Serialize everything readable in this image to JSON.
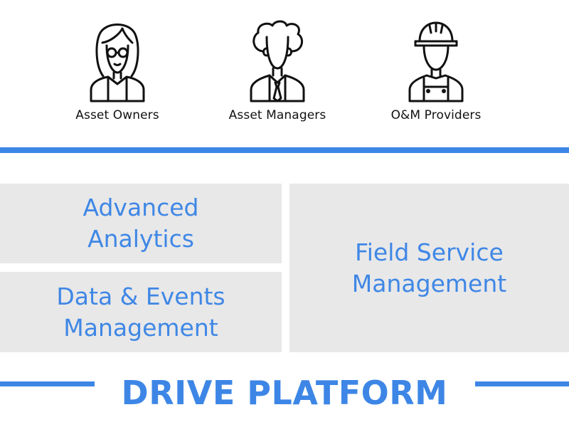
{
  "personas": [
    {
      "label": "Asset Owners",
      "icon": "woman-with-glasses-icon"
    },
    {
      "label": "Asset Managers",
      "icon": "man-with-tie-icon"
    },
    {
      "label": "O&M Providers",
      "icon": "worker-with-hard-hat-icon"
    }
  ],
  "modules": {
    "advanced_analytics": "Advanced\nAnalytics",
    "data_events": "Data & Events\nManagement",
    "field_service": "Field Service\nManagement"
  },
  "platform": {
    "title": "DRIVE PLATFORM"
  },
  "colors": {
    "accent": "#3d86e6",
    "box_background": "#e8e8e9",
    "text_dark": "#111111"
  }
}
